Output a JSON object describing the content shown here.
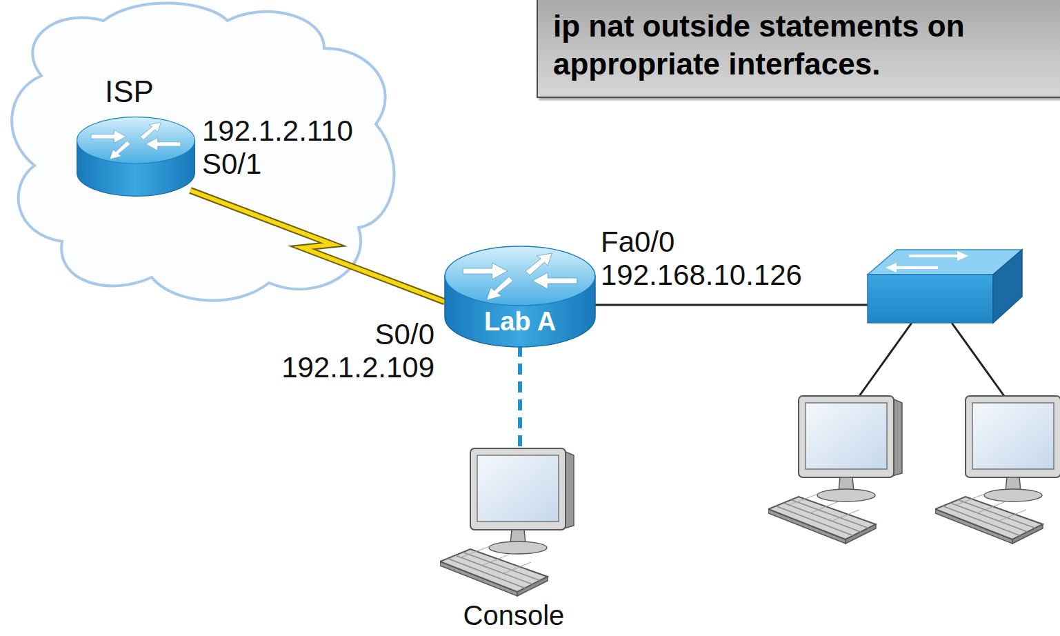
{
  "diagram": {
    "nodes": [
      {
        "text": [
          "ip nat outside statements on appropriate interfaces."
        ]
      },
      {
        "text": [
          "ISP",
          "192.1.2.110 S0/1"
        ]
      },
      {
        "text": [
          "Lab A",
          "Fa0/0 192.168.10.126",
          "S0/0 192.1.2.109"
        ]
      },
      {
        "text": [
          "Console"
        ]
      }
    ],
    "edges": [
      {
        "from": 1,
        "to": 2,
        "arrow": "none"
      },
      {
        "from": 2,
        "to": 3,
        "arrow": "none"
      }
    ]
  }
}
